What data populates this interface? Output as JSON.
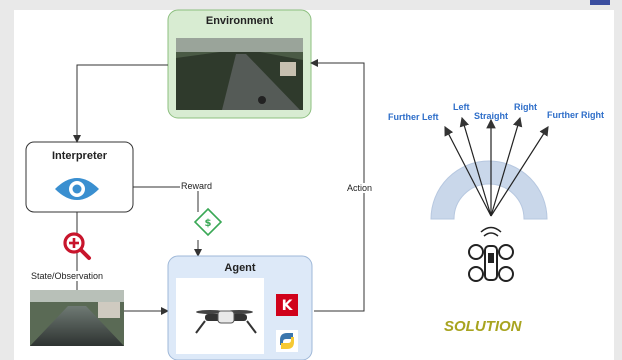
{
  "diagram": {
    "environment": {
      "title": "Environment"
    },
    "interpreter": {
      "title": "Interpreter"
    },
    "agent": {
      "title": "Agent"
    },
    "edges": {
      "reward": "Reward",
      "action": "Action",
      "state_observation": "State/Observation"
    }
  },
  "solution": {
    "directions": {
      "further_left": "Further Left",
      "left": "Left",
      "straight": "Straight",
      "right": "Right",
      "further_right": "Further Right"
    },
    "caption": "SOLUTION"
  },
  "colors": {
    "environment_fill": "#d8ecd2",
    "agent_fill": "#dde9f8",
    "direction_text": "#2e6ec9",
    "gauge_fill": "#c9d7ea",
    "caption": "#a8a420"
  },
  "icons": [
    "eye-icon",
    "zoom-plus-icon",
    "reward-icon",
    "drone-icon",
    "keras-icon",
    "python-icon"
  ]
}
